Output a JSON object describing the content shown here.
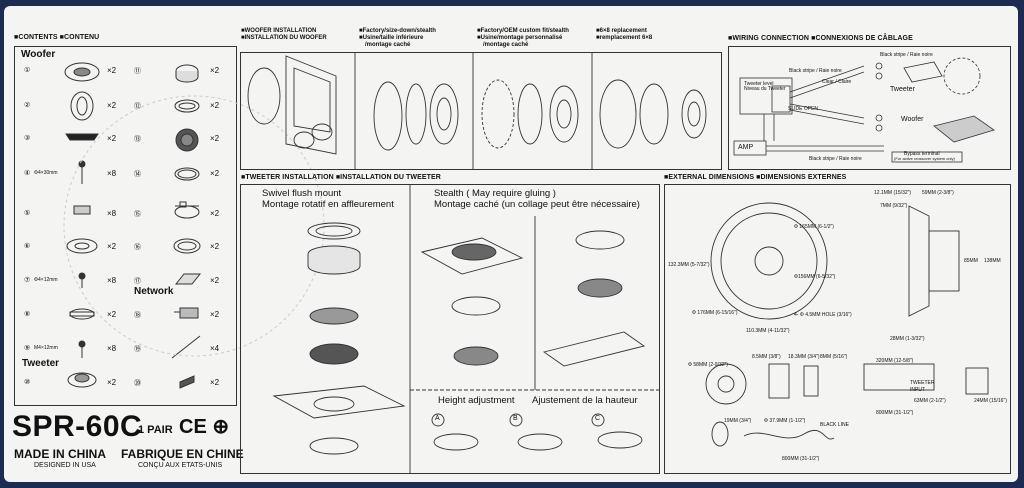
{
  "headers": {
    "contents": "■CONTENTS ■CONTENU",
    "woofer_install": [
      "■WOOFER INSTALLATION",
      "■INSTALLATION DU WOOFER"
    ],
    "factory_size": [
      "■Factory/size-down/stealth",
      "■Usine/taille inférieure",
      "/montage caché"
    ],
    "factory_oem": [
      "■Factory/OEM custom fit/stealth",
      "■Usine/montage personnalisé",
      "/montage caché"
    ],
    "replacement": [
      "■6×8 replacement",
      "■remplacement 6×8"
    ],
    "wiring": "■WIRING CONNECTION ■CONNEXIONS DE CÂBLAGE",
    "tweeter_install": "■TWEETER INSTALLATION ■INSTALLATION DU TWEETER",
    "dimensions": "■EXTERNAL DIMENSIONS ■DIMENSIONS EXTERNES"
  },
  "contents": {
    "woofer_label": "Woofer",
    "network_label": "Network",
    "tweeter_label": "Tweeter",
    "left_items": [
      {
        "num": "①",
        "qty": "×2",
        "note": ""
      },
      {
        "num": "②",
        "qty": "×2",
        "note": ""
      },
      {
        "num": "③",
        "qty": "×2",
        "note": ""
      },
      {
        "num": "④",
        "qty": "×8",
        "note": "Φ4×30mm"
      },
      {
        "num": "⑤",
        "qty": "×8",
        "note": ""
      },
      {
        "num": "⑥",
        "qty": "×2",
        "note": ""
      },
      {
        "num": "⑦",
        "qty": "×8",
        "note": "Φ4×12mm"
      },
      {
        "num": "⑧",
        "qty": "×2",
        "note": ""
      },
      {
        "num": "⑨",
        "qty": "×8",
        "note": "M4×12mm"
      },
      {
        "num": "⑩",
        "qty": "×2",
        "note": ""
      }
    ],
    "right_items": [
      {
        "num": "⑪",
        "qty": "×2"
      },
      {
        "num": "⑫",
        "qty": "×2"
      },
      {
        "num": "⑬",
        "qty": "×2"
      },
      {
        "num": "⑭",
        "qty": "×2"
      },
      {
        "num": "⑮",
        "qty": "×2"
      },
      {
        "num": "⑯",
        "qty": "×2"
      },
      {
        "num": "⑰",
        "qty": "×2"
      },
      {
        "num": "⑱",
        "qty": "×2"
      },
      {
        "num": "⑲",
        "qty": "×4"
      },
      {
        "num": "⑳",
        "qty": "×2"
      }
    ]
  },
  "product": {
    "model": "SPR-60C",
    "pair": "1 PAIR",
    "made_en": "MADE IN CHINA",
    "made_fr": "FABRIQUE EN CHINE",
    "designed_en": "DESIGNED IN USA",
    "designed_fr": "CONÇU AUX ETATS-UNIS"
  },
  "tweeter": {
    "swivel_en": "Swivel flush mount",
    "swivel_fr": "Montage rotatif en affleurement",
    "stealth_en": "Stealth ( May require gluing )",
    "stealth_fr": "Montage caché (un collage peut être nécessaire)",
    "height_en": "Height adjustment",
    "height_fr": "Ajustement de la hauteur",
    "options": [
      "A",
      "B",
      "C"
    ]
  },
  "wiring": {
    "black_stripe_top": "Black stripe / Raie noire",
    "black_stripe_mid": "Black stripe / Raie noire",
    "clear": "Clear / Claire",
    "tweeter_level": "Tweeter level",
    "tweeter_level_fr": "Niveau du Tweeter",
    "slide_open": "SLIDE OPEN",
    "tweeter": "Tweeter",
    "woofer": "Woofer",
    "amp": "AMP",
    "black_stripe_bottom": "Black stripe / Raie noire",
    "bypass": "Bypass terminal",
    "bypass_fr": "(For active crossover system only)"
  },
  "dims": {
    "d165": "Φ 165MM (6-1/2\")",
    "d156": "Φ156MM (6-5/32\")",
    "d176": "Φ 176MM (6-15/16\")",
    "hole": "4- Φ 4.5MM HOLE (3/16\")",
    "w110": "110.3MM (4-11/32\")",
    "h132": "132.3MM (5-7/32\")",
    "d121": "12.1MM (15/32\")",
    "d59": "59MM (2-3/8\")",
    "d7": "7MM (9/32\")",
    "d28": "28MM (1-3/32\")",
    "d85": "85MM",
    "d138": "138MM",
    "d58": "Φ 58MM (2-9/32\")",
    "d85b": "8.5MM (3/8\")",
    "d183": "18.3MM (3/4\")",
    "d8": "8MM (5/16\")",
    "d19": "19MM (3/4\")",
    "d379": "Φ 37.9MM (1-1/2\")",
    "d800": "800MM (31-1/2\")",
    "d320": "320MM (12-5/8\")",
    "d63": "63MM (2-1/2\")",
    "d800b": "800MM (31-1/2\")",
    "d24": "24MM (15/16\")",
    "black_line": "BLACK LINE",
    "tweeter_lbl": "TWEETER",
    "input_lbl": "INPUT"
  }
}
